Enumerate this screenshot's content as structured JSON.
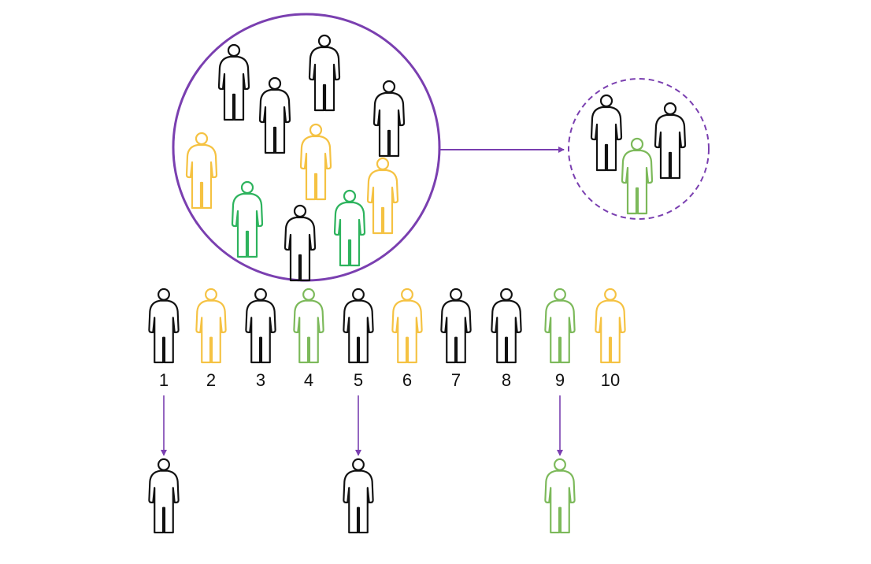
{
  "colors": {
    "black": "#111111",
    "yellow": "#f5c242",
    "green": "#2db35d",
    "light_green": "#7cb95a",
    "purple": "#7a3fb0"
  },
  "population": {
    "people": [
      "black",
      "black",
      "black",
      "black",
      "yellow",
      "yellow",
      "yellow",
      "green",
      "black",
      "green"
    ]
  },
  "sample": {
    "people": [
      "black",
      "light_green",
      "black"
    ]
  },
  "lineup": {
    "items": [
      {
        "label": "1",
        "color": "black"
      },
      {
        "label": "2",
        "color": "yellow"
      },
      {
        "label": "3",
        "color": "black"
      },
      {
        "label": "4",
        "color": "light_green"
      },
      {
        "label": "5",
        "color": "black"
      },
      {
        "label": "6",
        "color": "yellow"
      },
      {
        "label": "7",
        "color": "black"
      },
      {
        "label": "8",
        "color": "black"
      },
      {
        "label": "9",
        "color": "light_green"
      },
      {
        "label": "10",
        "color": "yellow"
      }
    ]
  },
  "selected": {
    "items": [
      {
        "label": "1",
        "color": "black"
      },
      {
        "label": "5",
        "color": "black"
      },
      {
        "label": "9",
        "color": "light_green"
      }
    ]
  }
}
